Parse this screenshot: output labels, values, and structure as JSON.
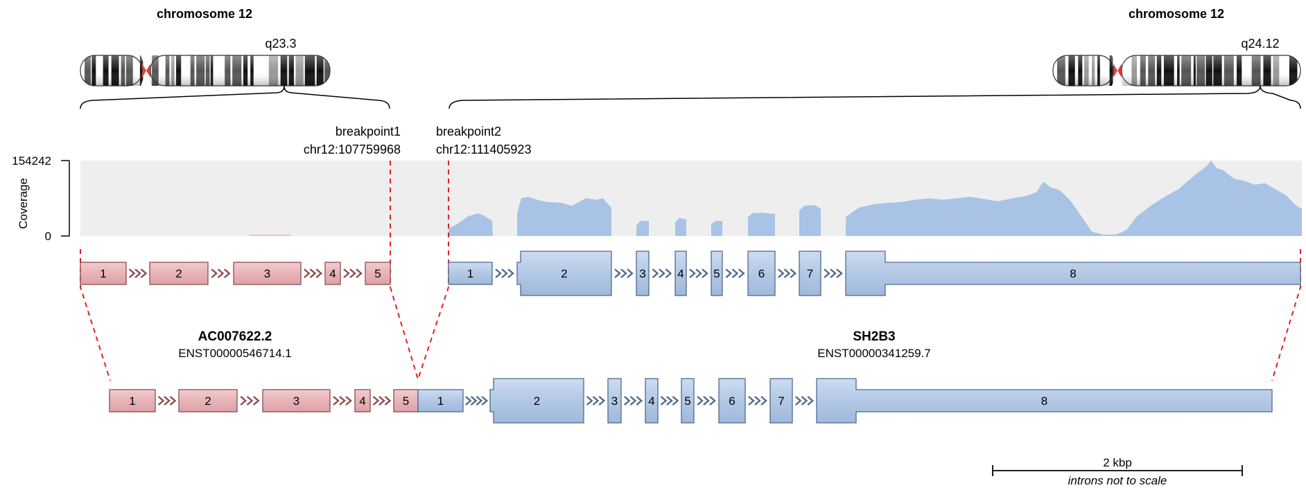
{
  "chromosomes": [
    {
      "title": "chromosome 12",
      "band": "q23.3"
    },
    {
      "title": "chromosome 12",
      "band": "q24.12"
    }
  ],
  "breakpoints": [
    {
      "name": "breakpoint1",
      "position": "chr12:107759968"
    },
    {
      "name": "breakpoint2",
      "position": "chr12:111405923"
    }
  ],
  "coverage": {
    "axis_label": "Coverage",
    "max_label": "154242",
    "min_label": "0"
  },
  "genes": [
    {
      "symbol": "AC007622.2",
      "transcript": "ENST00000546714.1",
      "exons": [
        "1",
        "2",
        "3",
        "4",
        "5"
      ]
    },
    {
      "symbol": "SH2B3",
      "transcript": "ENST00000341259.7",
      "exons": [
        "1",
        "2",
        "3",
        "4",
        "5",
        "6",
        "7",
        "8"
      ]
    }
  ],
  "scale": {
    "length": "2 kbp",
    "note": "introns not to scale"
  },
  "colors": {
    "gene1_fill": "#eab8bb",
    "gene1_stroke": "#8c4a4e",
    "gene2_fill": "#b5c9e6",
    "gene2_stroke": "#4f6a8c",
    "coverage_fill": "#a8c3e6",
    "coverage_bg": "#eeeeee",
    "breakpoint": "#e02020"
  }
}
